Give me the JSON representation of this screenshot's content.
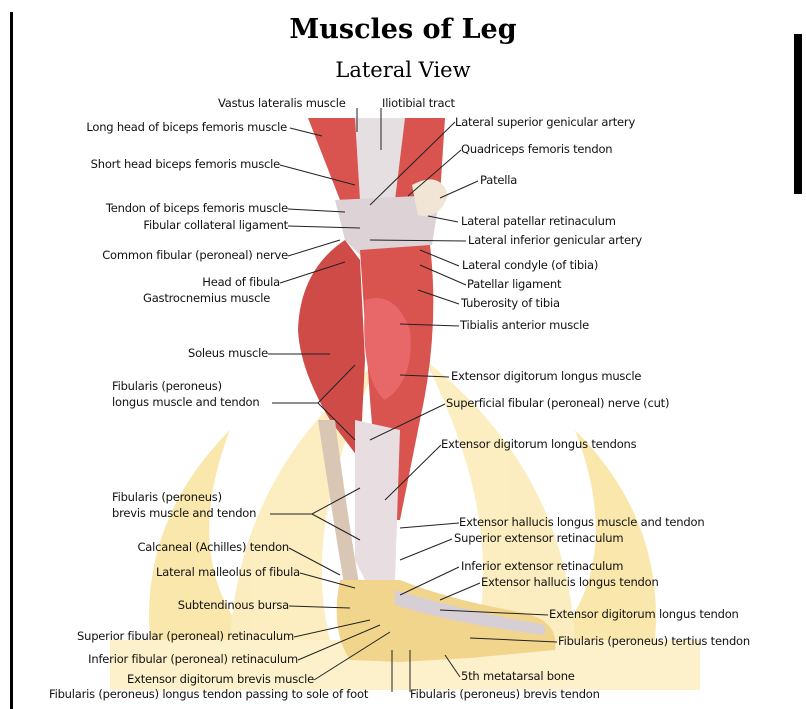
{
  "title": "Muscles of Leg",
  "subtitle": "Lateral View",
  "labels": {
    "vastus_lateralis": "Vastus lateralis muscle",
    "iliotibial_tract": "Iliotibial tract",
    "lateral_superior_genicular": "Lateral superior genicular artery",
    "long_head_biceps": "Long head of biceps femoris muscle",
    "quadriceps_tendon": "Quadriceps femoris tendon",
    "short_head_biceps": "Short head biceps femoris muscle",
    "patella": "Patella",
    "tendon_biceps": "Tendon of biceps femoris muscle",
    "fibular_collateral": "Fibular collateral ligament",
    "lateral_patellar_retinaculum": "Lateral patellar retinaculum",
    "common_fibular_nerve": "Common fibular (peroneal) nerve",
    "lateral_inferior_genicular": "Lateral inferior genicular artery",
    "lateral_condyle": "Lateral condyle (of tibia)",
    "head_of_fibula": "Head of fibula",
    "patellar_ligament": "Patellar ligament",
    "gastrocnemius": "Gastrocnemius muscle",
    "tuberosity_tibia": "Tuberosity of tibia",
    "tibialis_anterior": "Tibialis anterior muscle",
    "soleus": "Soleus muscle",
    "edl_muscle": "Extensor digitorum longus muscle",
    "fibularis_longus_1": "Fibularis (peroneus)",
    "fibularis_longus_2": "longus muscle and tendon",
    "superficial_fibular_nerve": "Superficial fibular (peroneal) nerve (cut)",
    "edl_tendons": "Extensor digitorum longus tendons",
    "fibularis_brevis_1": "Fibularis (peroneus)",
    "fibularis_brevis_2": "brevis muscle and tendon",
    "ehl_muscle_tendon": "Extensor hallucis longus muscle and tendon",
    "superior_extensor_ret": "Superior extensor retinaculum",
    "calcaneal_tendon": "Calcaneal (Achilles) tendon",
    "inferior_extensor_ret": "Inferior extensor retinaculum",
    "lateral_malleolus": "Lateral malleolus of fibula",
    "ehl_tendon": "Extensor hallucis longus tendon",
    "subtendinous_bursa": "Subtendinous bursa",
    "edl_tendon": "Extensor digitorum longus tendon",
    "superior_fibular_ret": "Superior fibular (peroneal) retinaculum",
    "fibularis_tertius": "Fibularis (peroneus) tertius tendon",
    "inferior_fibular_ret": "Inferior fibular (peroneal) retinaculum",
    "fifth_metatarsal": "5th metatarsal bone",
    "edb_muscle": "Extensor digitorum brevis muscle",
    "fibularis_longus_tendon_sole": "Fibularis (peroneus) longus tendon passing to sole of foot",
    "fibularis_brevis_tendon": "Fibularis (peroneus) brevis tendon"
  },
  "colors": {
    "muscle": "#d9544f",
    "muscle_dark": "#b8383a",
    "tendon": "#e8e2e4",
    "bone": "#f2d58c",
    "watermark": "#f6d46a",
    "leader": "#222222"
  }
}
